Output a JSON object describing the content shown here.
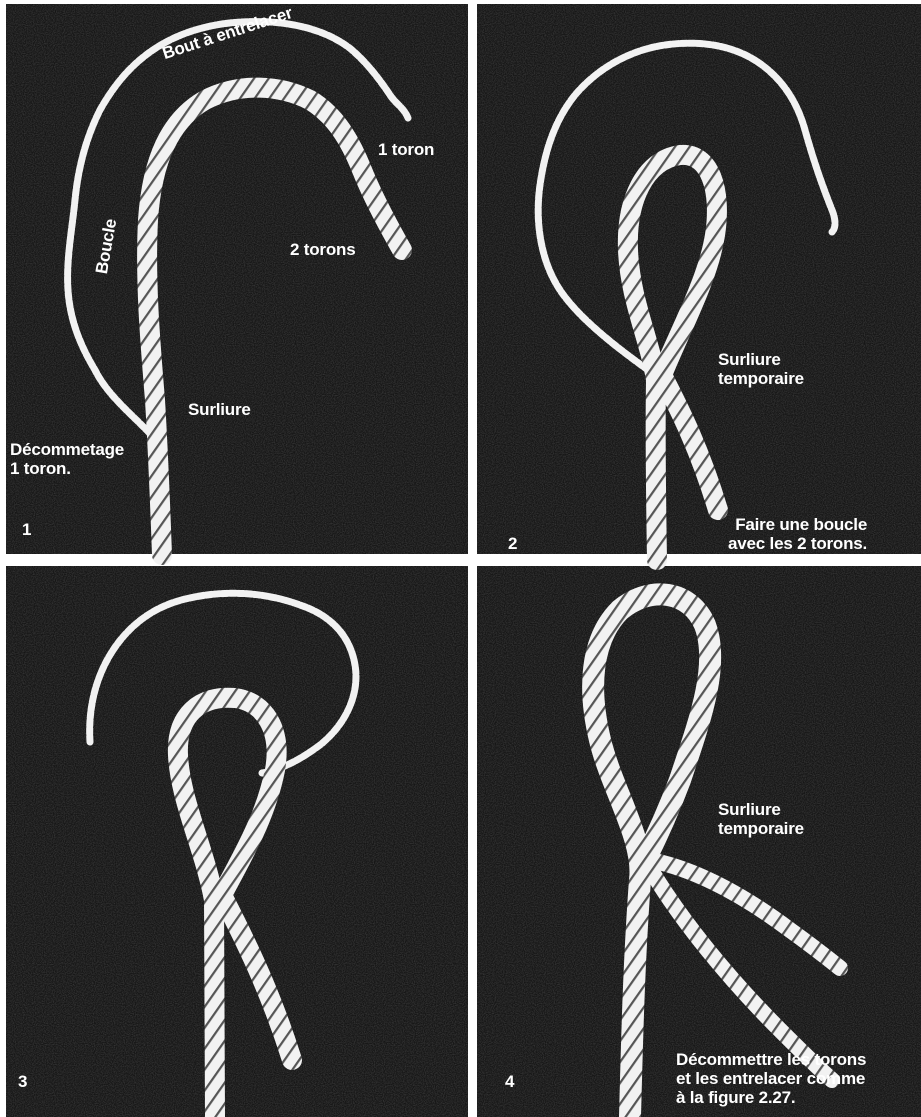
{
  "panels": [
    {
      "number": "1",
      "labels": {
        "bout": "Bout à entrelacer",
        "un_toron": "1 toron",
        "boucle": "Boucle",
        "deux_torons": "2 torons",
        "surliure": "Surliure",
        "decommetage": "Décommetage\n1 toron."
      }
    },
    {
      "number": "2",
      "labels": {
        "surliure_temporaire": "Surliure\ntemporaire",
        "faire_boucle": "Faire une boucle\navec les 2 torons."
      }
    },
    {
      "number": "3",
      "labels": {}
    },
    {
      "number": "4",
      "labels": {
        "surliure_temporaire": "Surliure\ntemporaire",
        "decommettre": "Décommettre les torons\net les entrelacer comme\nà la figure 2.27."
      }
    }
  ],
  "colors": {
    "background": "#161616",
    "rope": "#f2f2f2",
    "gutter": "#ffffff"
  }
}
